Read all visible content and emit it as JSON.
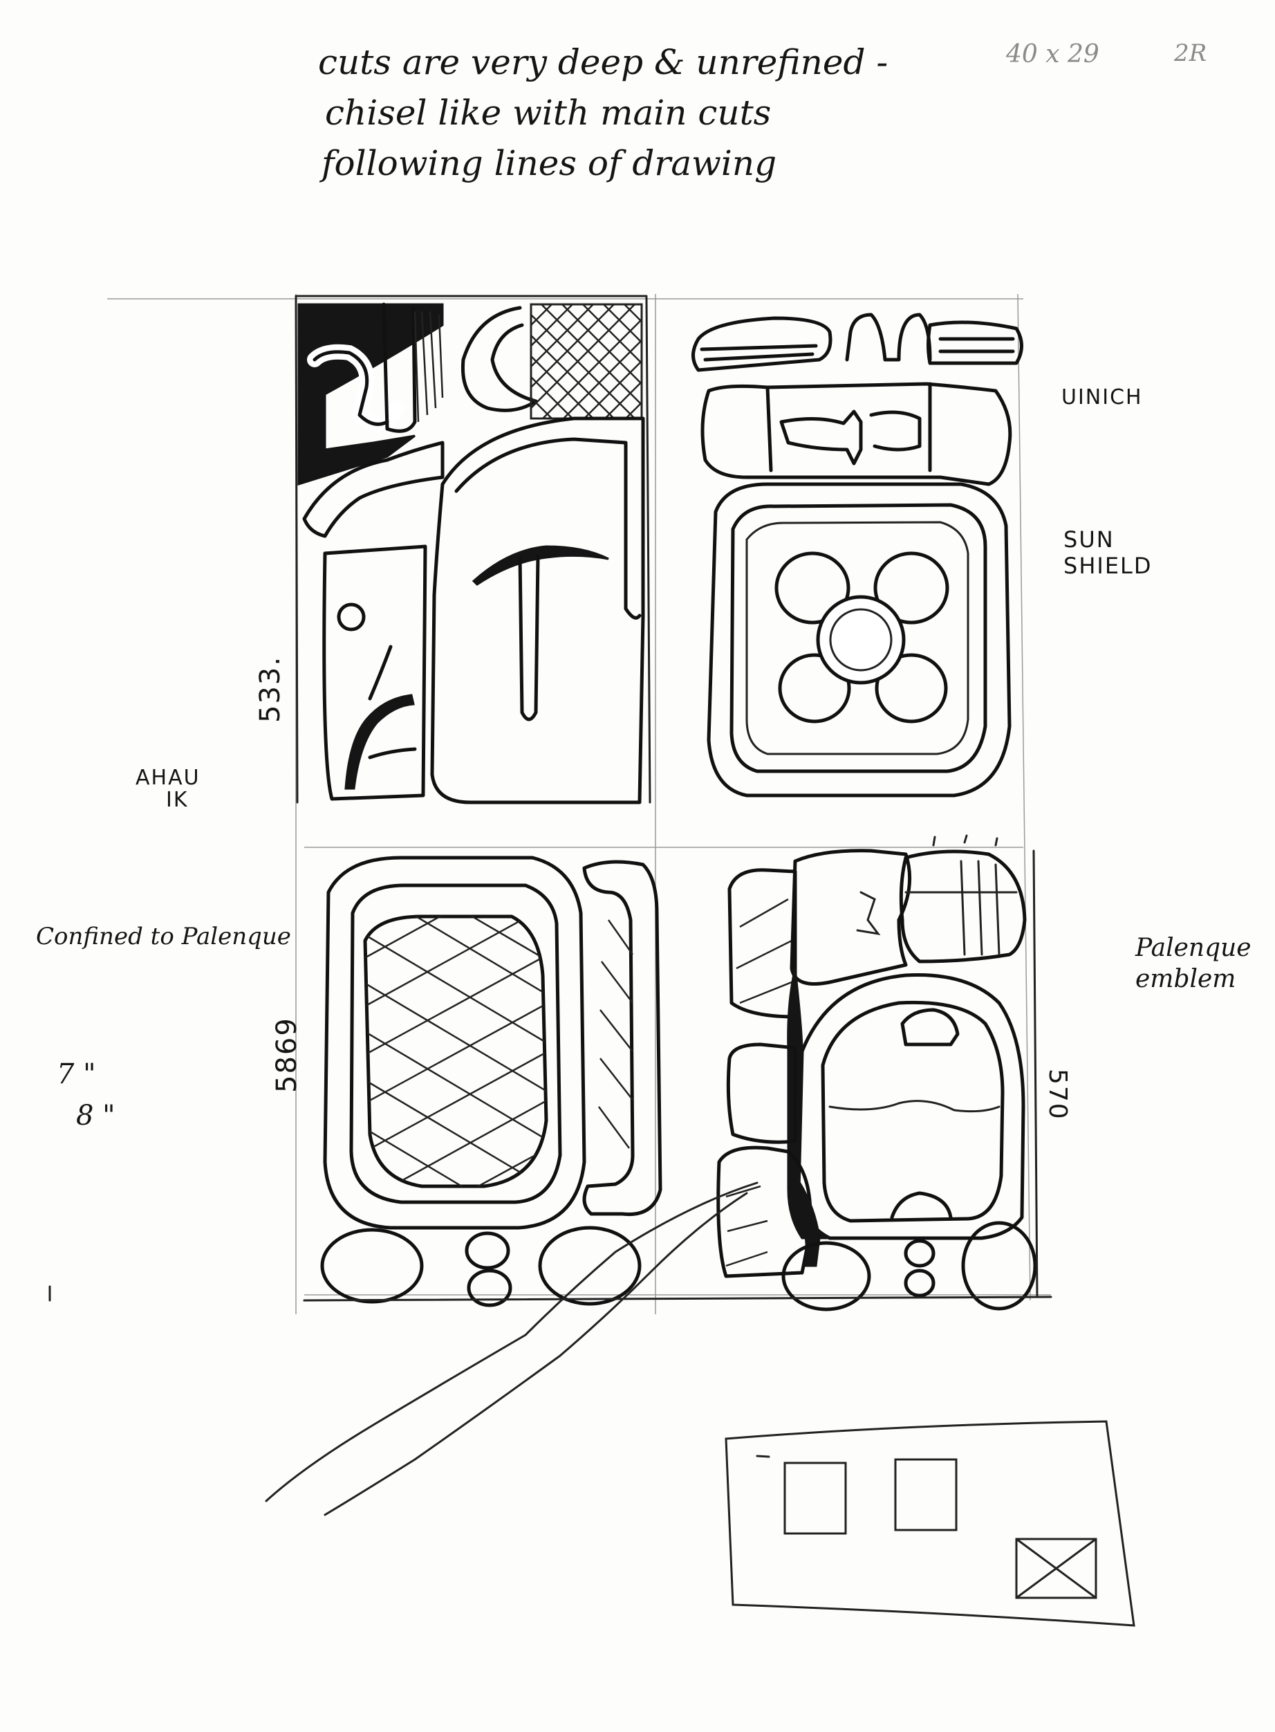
{
  "note": {
    "line1": "cuts are very deep & unrefined -",
    "line2": "chisel like with main cuts",
    "line3": "following lines of drawing"
  },
  "dimensions": {
    "text": "40 x 29",
    "extra": "2R"
  },
  "labels": {
    "unich": "UINICH",
    "sun": "SUN",
    "shield": "SHIELD",
    "ahau": "AHAU",
    "ik": "IK",
    "confined": "Confined to Palenque",
    "palenque": "Palenque",
    "emblem": "emblem",
    "num_533": "533.",
    "num_5869": "5869",
    "num_570": "570",
    "frac_7": "7 \"",
    "frac_8": "8 \""
  }
}
